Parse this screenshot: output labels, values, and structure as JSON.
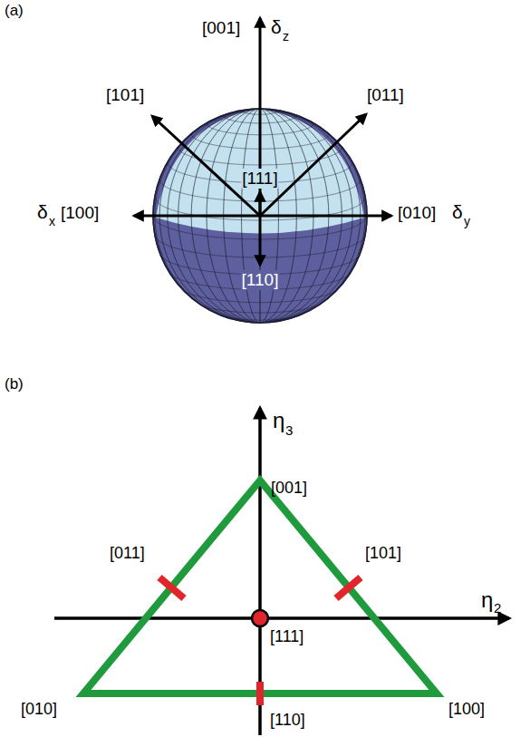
{
  "diagram": {
    "labels": [
      "(a)",
      "[001]",
      "δ",
      "z",
      "[101]",
      "[011]",
      "[111]",
      "δ",
      "x",
      "[100]",
      "[010]",
      "δ",
      "y",
      "[110]",
      "(b)",
      "η",
      "3",
      "η",
      "2",
      "[001]",
      "[011]",
      "[101]",
      "[111]",
      "[010]",
      "[110]",
      "[100]"
    ]
  }
}
